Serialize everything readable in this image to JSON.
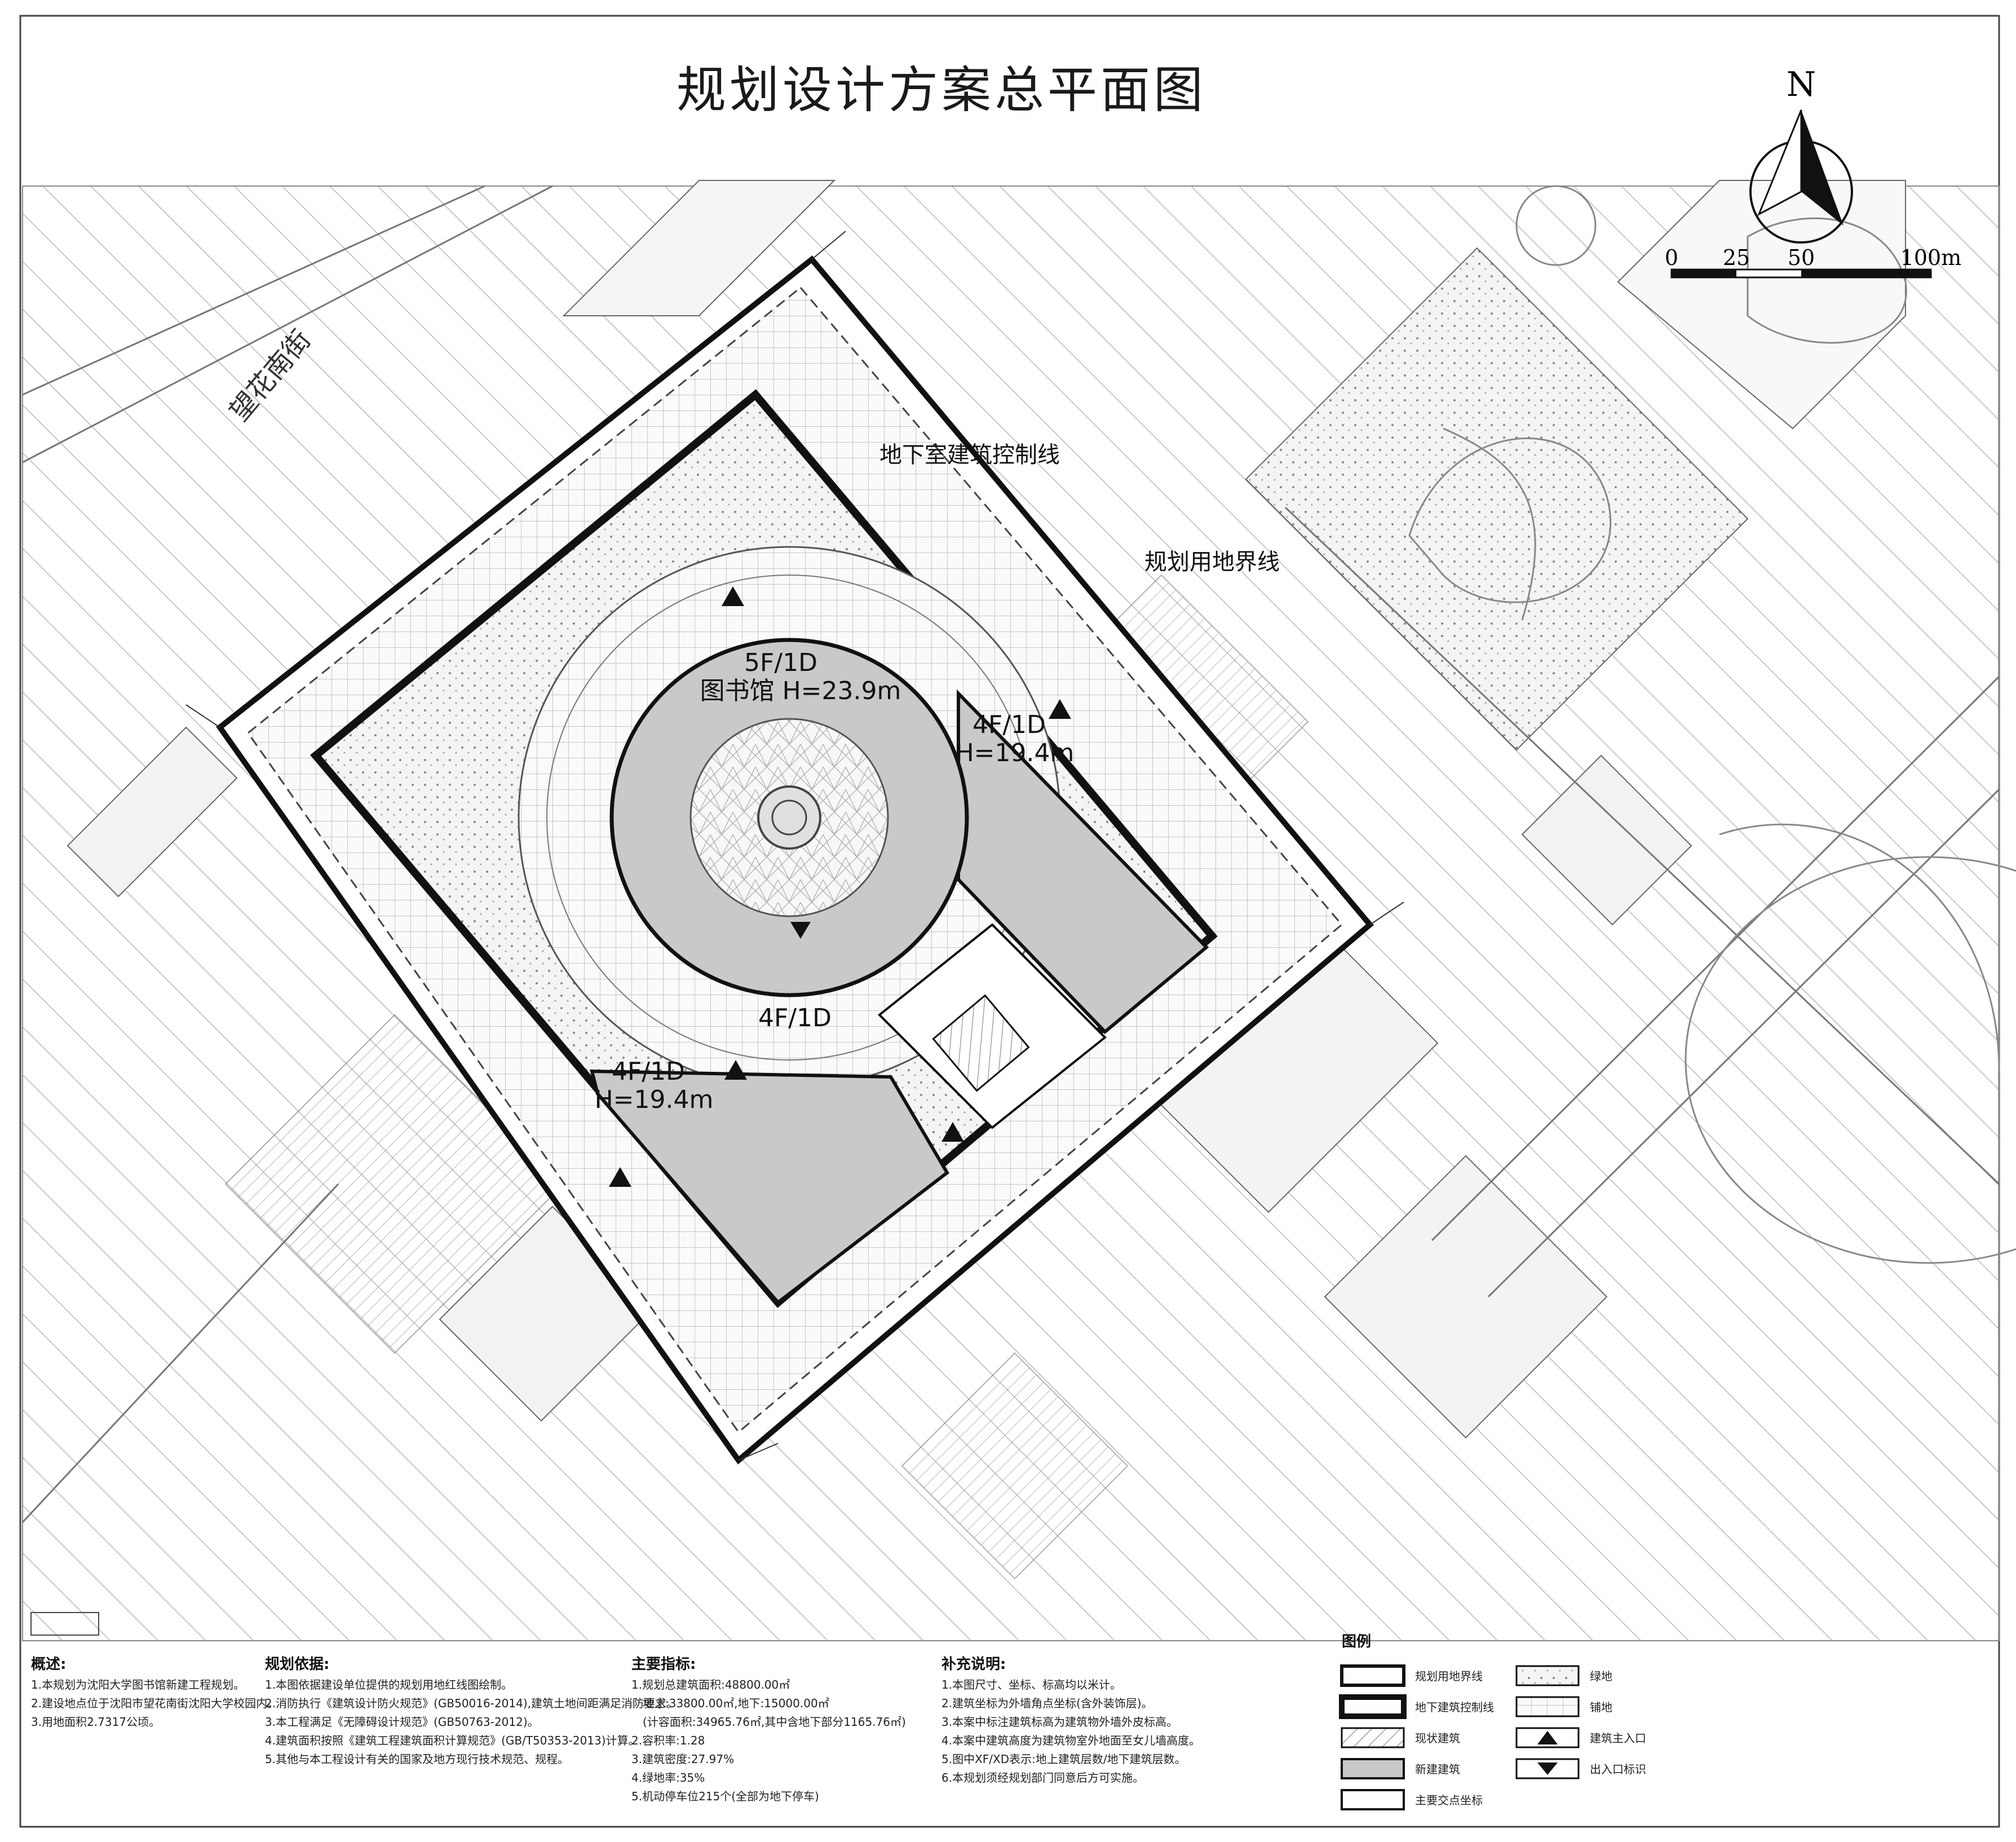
{
  "title": "规划设计方案总平面图",
  "north_label": "N",
  "scale_labels": [
    "0",
    "25",
    "50",
    "100m"
  ],
  "road_label": "望花南街",
  "building": {
    "main_floors": "5F/1D",
    "main_label": "图书馆 H=23.9m",
    "wing_ne_floors": "4F/1D",
    "wing_ne_height": "H=19.4m",
    "wing_s_floors": "4F/1D",
    "wing_sw_floors": "4F/1D",
    "wing_sw_height": "H=19.4m"
  },
  "annotations": {
    "underground_line": "地下室建筑控制线",
    "land_boundary": "规划用地界线"
  },
  "notes": {
    "overview_title": "概述:",
    "overview_items": [
      "1.本规划为沈阳大学图书馆新建工程规划。",
      "2.建设地点位于沈阳市望花南街沈阳大学校园内。",
      "3.用地面积2.7317公顷。"
    ],
    "basis_title": "规划依据:",
    "basis_items": [
      "1.本图依据建设单位提供的规划用地红线图绘制。",
      "2.消防执行《建筑设计防火规范》(GB50016-2014),建筑土地间距满足消防要求。",
      "3.本工程满足《无障碍设计规范》(GB50763-2012)。",
      "4.建筑面积按照《建筑工程建筑面积计算规范》(GB/T50353-2013)计算。",
      "5.其他与本工程设计有关的国家及地方现行技术规范、规程。"
    ],
    "index_title": "主要指标:",
    "index_items": [
      "1.规划总建筑面积:48800.00㎡",
      "地上:33800.00㎡,地下:15000.00㎡",
      "(计容面积:34965.76㎡,其中含地下部分1165.76㎡)",
      "2.容积率:1.28",
      "3.建筑密度:27.97%",
      "4.绿地率:35%",
      "5.机动停车位215个(全部为地下停车)"
    ],
    "supplement_title": "补充说明:",
    "supplement_items": [
      "1.本图尺寸、坐标、标高均以米计。",
      "2.建筑坐标为外墙角点坐标(含外装饰层)。",
      "3.本案中标注建筑标高为建筑物外墙外皮标高。",
      "4.本案中建筑高度为建筑物室外地面至女儿墙高度。",
      "5.图中XF/XD表示:地上建筑层数/地下建筑层数。",
      "6.本规划须经规划部门同意后方可实施。"
    ],
    "legend_title": "图例",
    "legend_items": [
      "规划用地界线",
      "地下建筑控制线",
      "现状建筑",
      "新建建筑",
      "主要交点坐标",
      "绿地",
      "铺地",
      "建筑主入口",
      "出入口标识"
    ]
  },
  "colors": {
    "building_fill": "#c9c9c9",
    "line": "#111111",
    "hatch": "#999999",
    "background": "#ffffff"
  }
}
